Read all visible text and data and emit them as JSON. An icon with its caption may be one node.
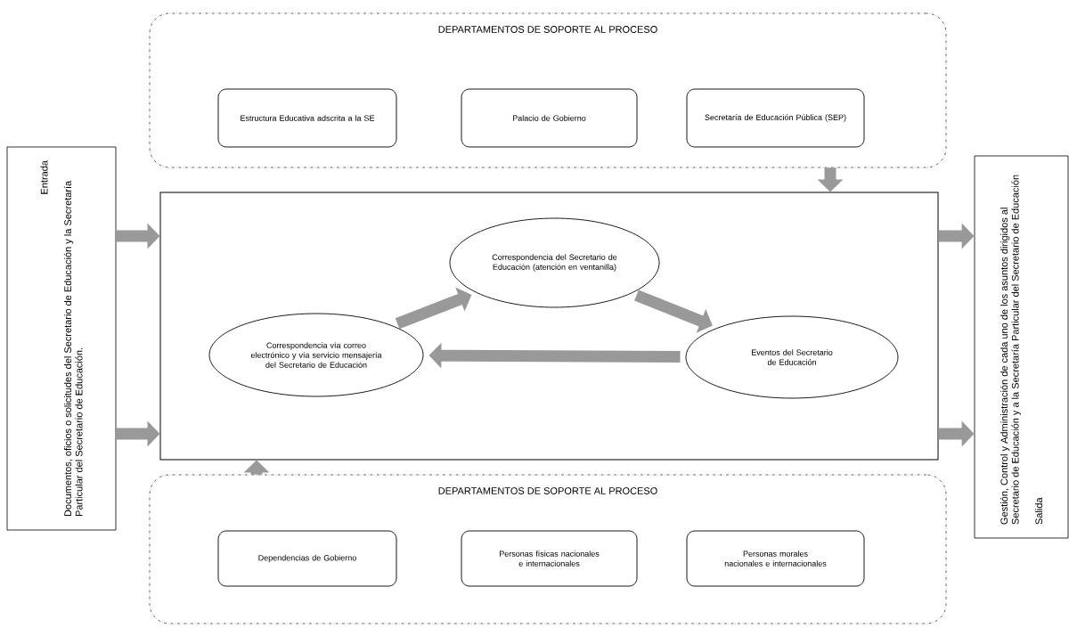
{
  "diagram": {
    "nodes": [
      {
        "text": [
          "DEPARTAMENTOS DE SOPORTE AL PROCESO"
        ]
      },
      {
        "text": [
          "Estructura Educativa adscrita a la SE"
        ],
        "in": 0
      },
      {
        "text": [
          "Palacio de Gobierno"
        ],
        "in": 0
      },
      {
        "text": [
          "Secretaría de Educación Pública (SEP)"
        ],
        "in": 0
      },
      {
        "text": [
          "Entrada",
          "Documentos, oficios o solicitudes del Secretario de Educación y la Secretaría Particular del Secretario de Educación."
        ]
      },
      {
        "text": [],
        "shape": "box"
      },
      {
        "text": [
          "Correspondencia del Secretario de Educación (atención en ventanilla)"
        ],
        "in": 5
      },
      {
        "text": [
          "Correspondencia vía correo electrónico y vía servicio mensajería del Secretario de Educación"
        ],
        "in": 5
      },
      {
        "text": [
          "Eventos del Secretario de Educación"
        ],
        "in": 5
      },
      {
        "text": [
          "Gestión, Control y Administración de cada uno de los asuntos dirigidos al Secretario de Educación y a la Secretaría Particular del Secretario de Educación",
          "Salida"
        ]
      },
      {
        "text": [
          "DEPARTAMENTOS DE SOPORTE AL PROCESO"
        ]
      },
      {
        "text": [
          "Dependencias de Gobierno"
        ],
        "in": 10
      },
      {
        "text": [
          "Personas físicas nacionales e internacionales"
        ],
        "in": 10
      },
      {
        "text": [
          "Personas morales nacionales e internacionales"
        ],
        "in": 10
      }
    ],
    "edges": [
      {
        "from": 4,
        "to": 5,
        "arrow": "to"
      },
      {
        "from": 4,
        "to": 5,
        "arrow": "to"
      },
      {
        "from": 0,
        "to": 5,
        "arrow": "to"
      },
      {
        "from": 10,
        "to": 5,
        "arrow": "to"
      },
      {
        "from": 5,
        "to": 9,
        "arrow": "to"
      },
      {
        "from": 5,
        "to": 9,
        "arrow": "to"
      },
      {
        "from": 7,
        "to": 6,
        "arrow": "to"
      },
      {
        "from": 6,
        "to": 8,
        "arrow": "to"
      },
      {
        "from": 8,
        "to": 7,
        "arrow": "to"
      }
    ]
  }
}
